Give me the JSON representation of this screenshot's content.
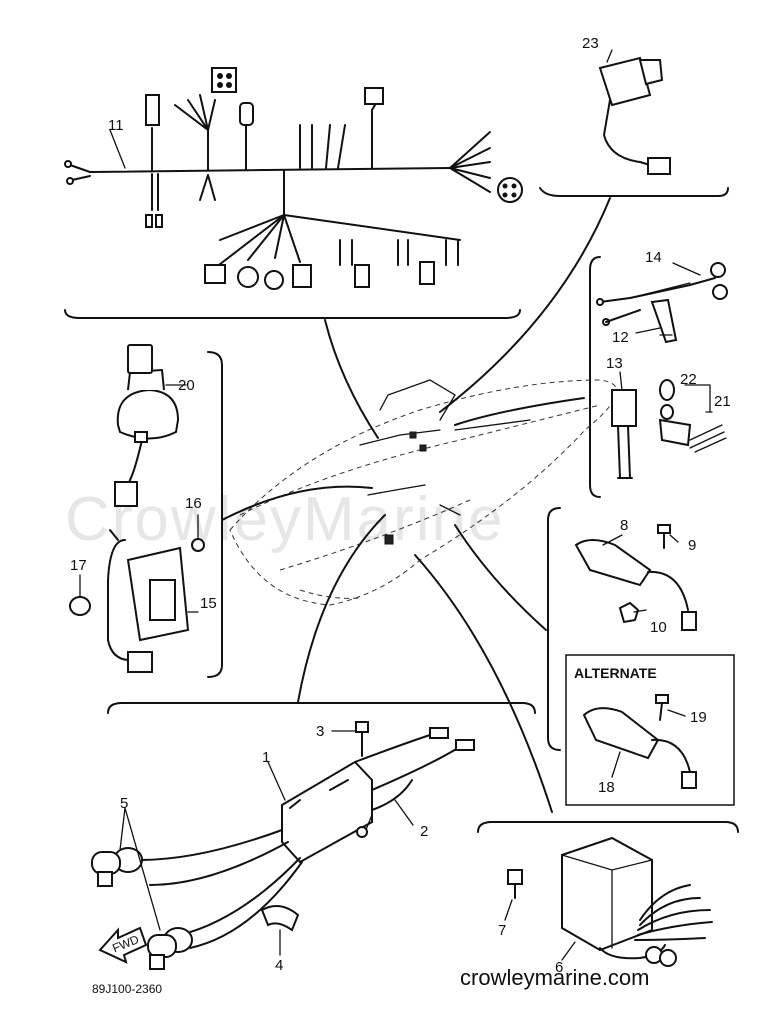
{
  "watermark": "CrowleyMarine",
  "footer": {
    "drawing_code": "89J100-2360",
    "website": "crowleymarine.com"
  },
  "alternate_label": "ALTERNATE",
  "direction_arrow": "FWD",
  "callouts": {
    "p1": "1",
    "p2": "2",
    "p3": "3",
    "p4": "4",
    "p5": "5",
    "p6": "6",
    "p7": "7",
    "p8": "8",
    "p9": "9",
    "p10": "10",
    "p11": "11",
    "p12": "12",
    "p13": "13",
    "p14": "14",
    "p15": "15",
    "p16": "16",
    "p17": "17",
    "p18": "18",
    "p19": "19",
    "p20": "20",
    "p21": "21",
    "p22": "22",
    "p23": "23"
  }
}
